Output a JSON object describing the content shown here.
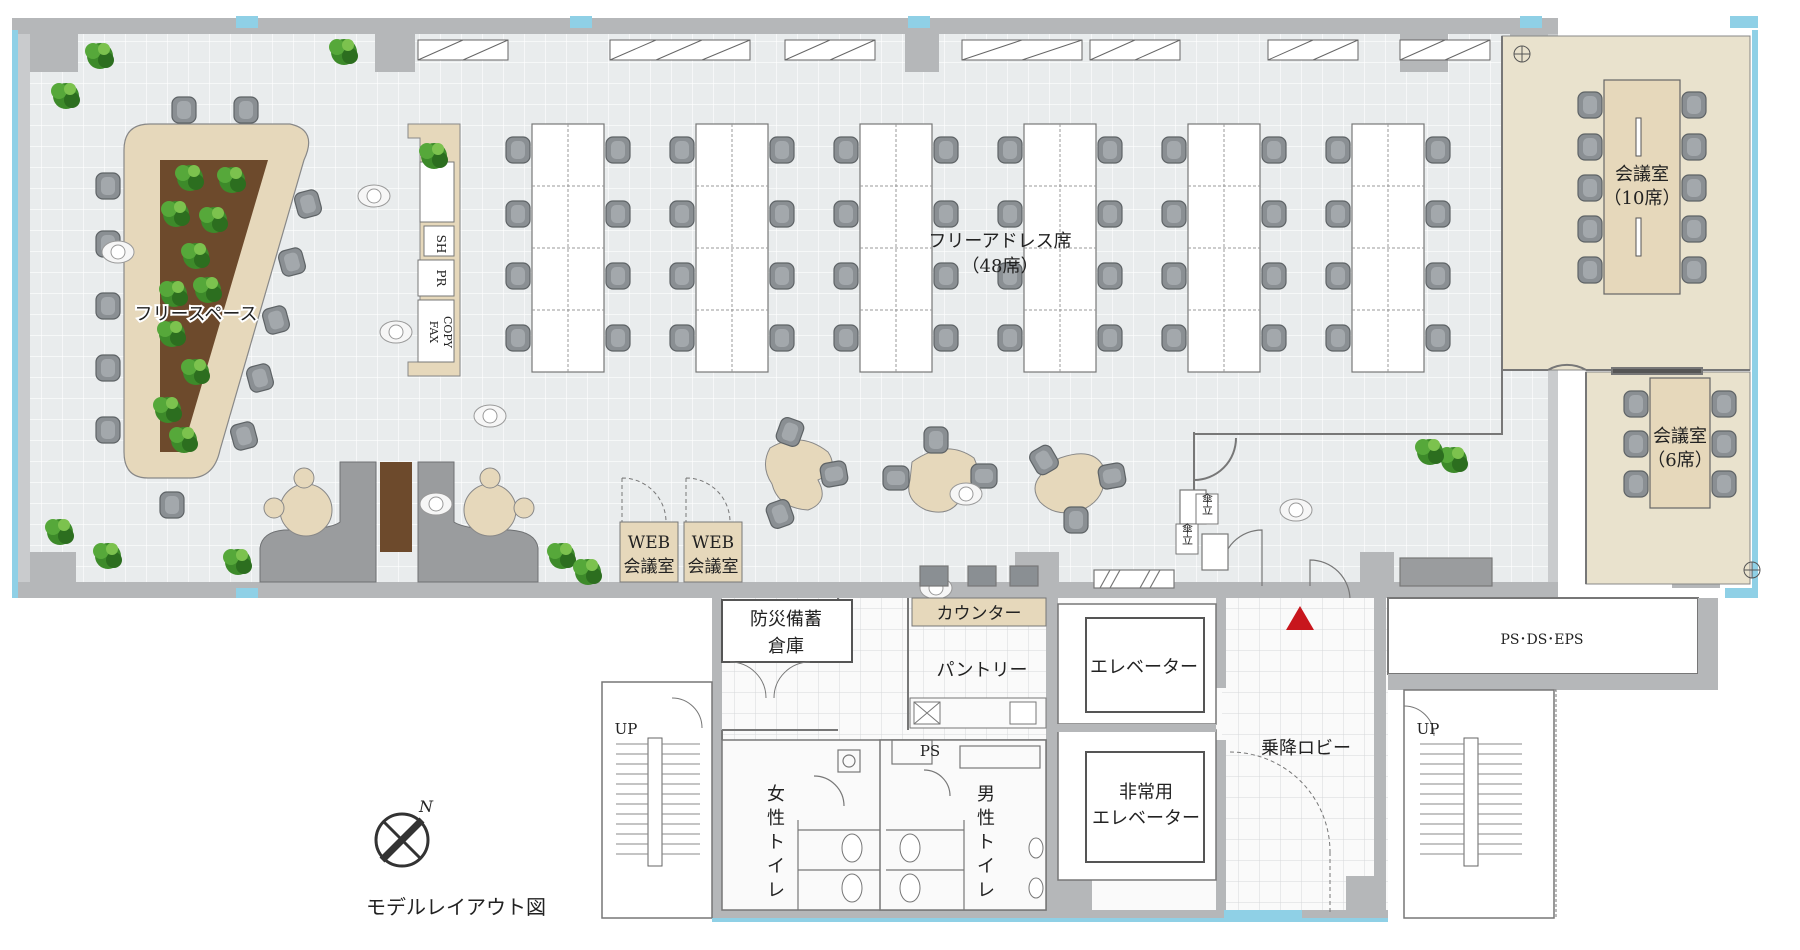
{
  "rooms": {
    "free_address": {
      "name": "フリーアドレス席",
      "detail": "（48席）"
    },
    "free_space": "フリースペース",
    "meeting_10": {
      "name": "会議室",
      "detail": "（10席）"
    },
    "meeting_6": {
      "name": "会議室",
      "detail": "（6席）"
    },
    "web_meeting": {
      "line1": "WEB",
      "line2": "会議室"
    },
    "disaster_storage": {
      "line1": "防災備蓄",
      "line2": "倉庫"
    },
    "counter": "カウンター",
    "pantry": "パントリー",
    "elevator": "エレベーター",
    "emergency_elevator": {
      "line1": "非常用",
      "line2": "エレベーター"
    },
    "lobby": "乗降ロビー",
    "ps_ds_eps": "PS･DS･EPS",
    "ps": "PS",
    "women_toilet": [
      "女",
      "性",
      "ト",
      "イ",
      "レ"
    ],
    "men_toilet": [
      "男",
      "性",
      "ト",
      "イ",
      "レ"
    ],
    "up": "UP"
  },
  "equipment": {
    "sh": "SH",
    "pr": "PR",
    "copy": "COPY",
    "fax": "FAX",
    "umbrella": "傘立"
  },
  "compass": {
    "north": "N"
  },
  "caption": "モデルレイアウト図",
  "colors": {
    "floor": "#e9eced",
    "grid": "#ffffff",
    "wall": "#b5b7b9",
    "meeting_floor": "#e9e2cd",
    "table_wood": "#e6d8bb",
    "chair": "#8a8f93",
    "plant": "#3d8a2a",
    "glass": "#8fd0e6",
    "marker": "#c8161d"
  }
}
